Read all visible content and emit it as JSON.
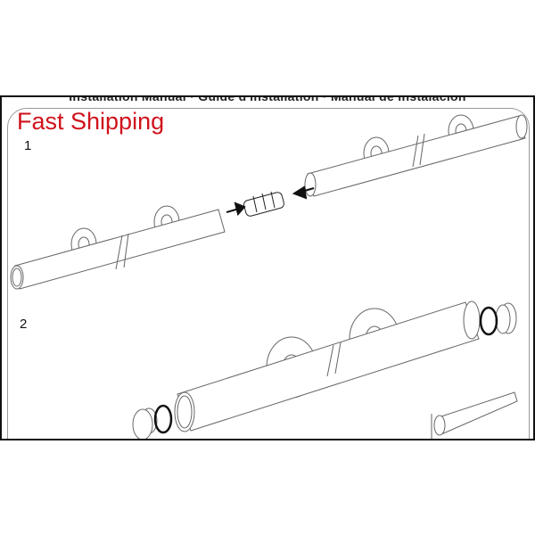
{
  "header_text": "Installation Manual · Guide d'installation · Manual de instalación",
  "promo_text": "Fast Shipping",
  "steps": [
    {
      "number": "1"
    },
    {
      "number": "2"
    }
  ],
  "colors": {
    "promo": "#d0121b",
    "lines": "#555555",
    "rings": "#111111"
  }
}
